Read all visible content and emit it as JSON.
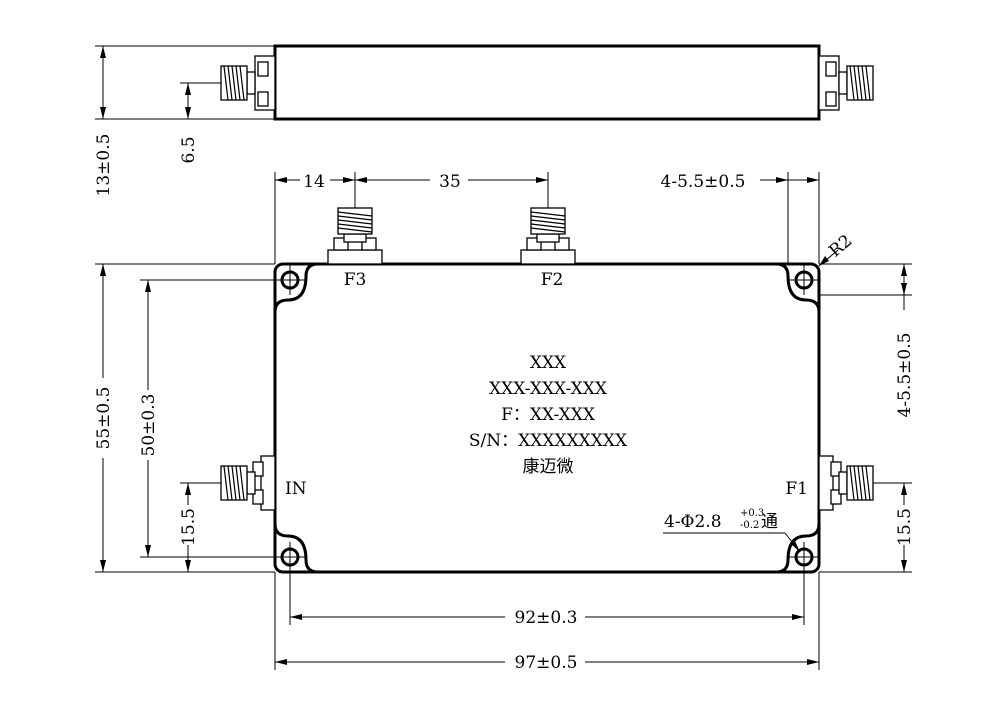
{
  "dimensions": {
    "height_side": "13±0.5",
    "connector_offset_side": "6.5",
    "port_pitch_1": "14",
    "port_pitch_2": "35",
    "hole_offset_top": "4-5.5±0.5",
    "hole_offset_right": "4-5.5±0.5",
    "corner_radius": "R2",
    "height_total": "55±0.5",
    "hole_pitch_vertical": "50±0.3",
    "port_offset_left": "15.5",
    "port_offset_right": "15.5",
    "hole_pitch_horizontal": "92±0.3",
    "width_total": "97±0.5",
    "hole_spec_prefix": "4-Φ2.8",
    "hole_tol_plus": "+0.3",
    "hole_tol_minus": "-0.2",
    "hole_spec_suffix": "通"
  },
  "ports": {
    "f3": "F3",
    "f2": "F2",
    "in": "IN",
    "f1": "F1"
  },
  "label": {
    "line1": "XXX",
    "line2": "XXX-XXX-XXX",
    "line3": "F：XX-XXX",
    "line4": "S/N：XXXXXXXXX",
    "line5": "康迈微"
  }
}
